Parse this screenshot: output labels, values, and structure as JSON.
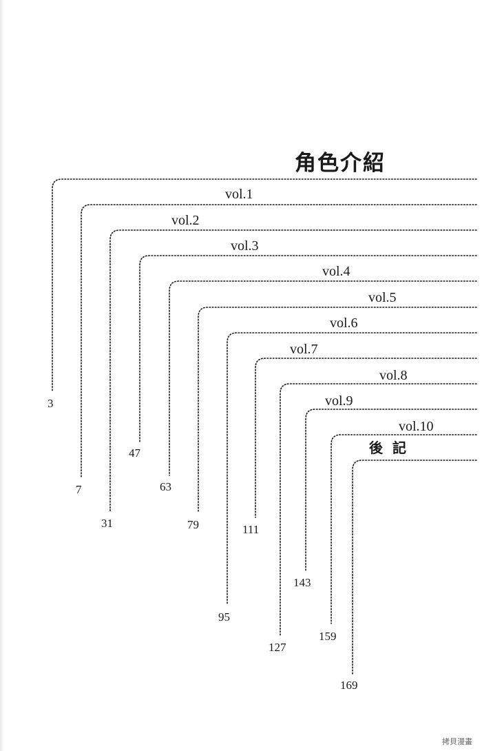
{
  "toc": {
    "entries": [
      {
        "label": "角色介紹",
        "page": "3"
      },
      {
        "label": "vol.1",
        "page": "7"
      },
      {
        "label": "vol.2",
        "page": "31"
      },
      {
        "label": "vol.3",
        "page": "47"
      },
      {
        "label": "vol.4",
        "page": "63"
      },
      {
        "label": "vol.5",
        "page": "79"
      },
      {
        "label": "vol.6",
        "page": "95"
      },
      {
        "label": "vol.7",
        "page": "111"
      },
      {
        "label": "vol.8",
        "page": "127"
      },
      {
        "label": "vol.9",
        "page": "143"
      },
      {
        "label": "vol.10",
        "page": "159"
      },
      {
        "label": "後記",
        "page": "169"
      }
    ]
  },
  "watermark": "拷貝漫畫",
  "colors": {
    "ink": "#1a1a1a",
    "background": "#ffffff"
  }
}
